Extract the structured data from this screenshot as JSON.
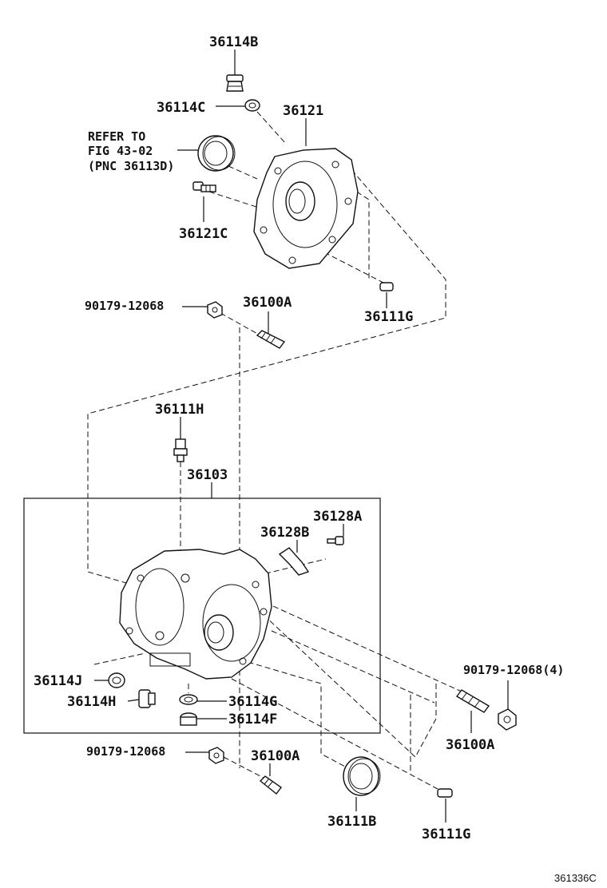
{
  "labels": {
    "p36114B": "36114B",
    "p36114C": "36114C",
    "p36121": "36121",
    "refer1": "REFER TO",
    "refer2": "FIG 43-02",
    "refer3": "(PNC 36113D)",
    "p36121C": "36121C",
    "p90179_top": "90179-12068",
    "p36100A_top": "36100A",
    "p36111G_top": "36111G",
    "p36111H": "36111H",
    "p36103": "36103",
    "p36128A": "36128A",
    "p36128B": "36128B",
    "p90179_4": "90179-12068(4)",
    "p36114J": "36114J",
    "p36114H": "36114H",
    "p36114G": "36114G",
    "p36114F": "36114F",
    "p36100A_right": "36100A",
    "p90179_bottom": "90179-12068",
    "p36100A_bottom": "36100A",
    "p36111B": "36111B",
    "p36111G_bottom": "36111G"
  },
  "figure_id": "361336C"
}
